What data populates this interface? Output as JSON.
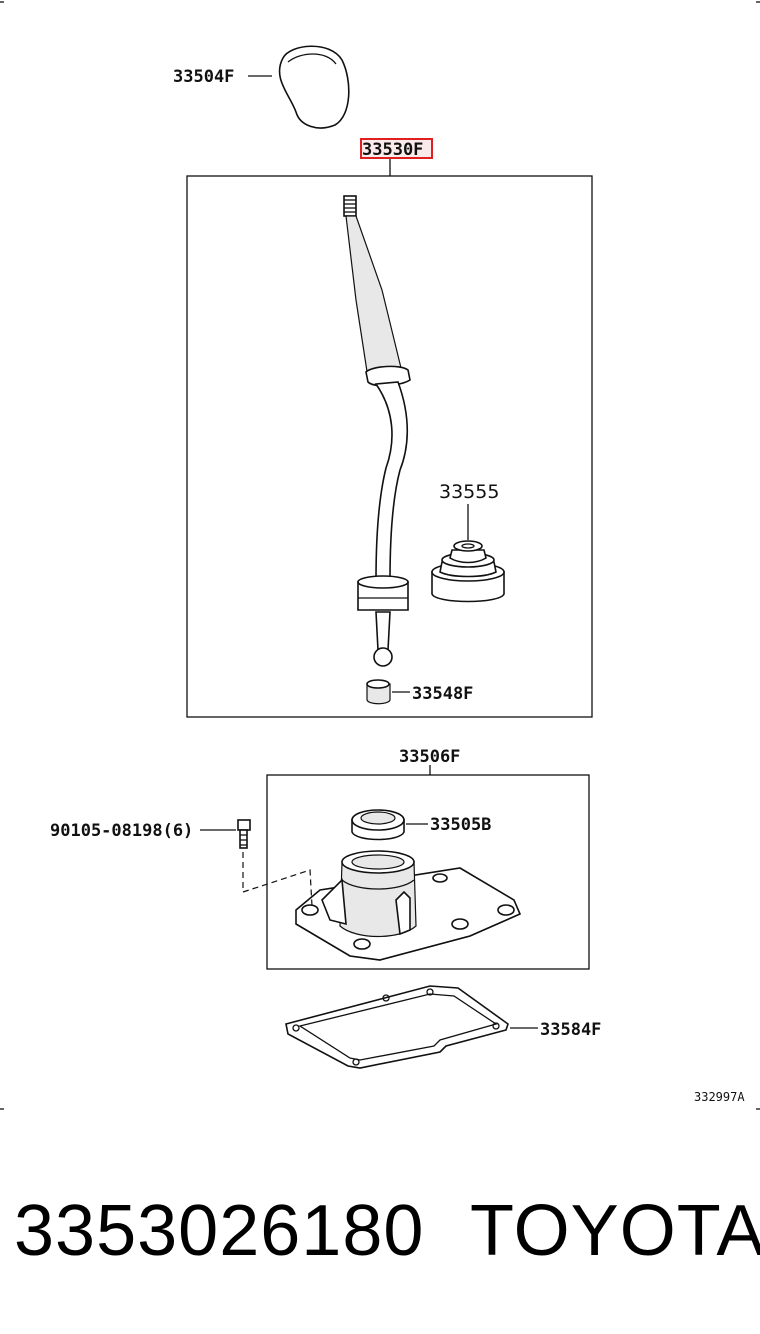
{
  "parts": {
    "knob": "33504F",
    "lever_assembly": "33530F",
    "boot": "33555",
    "bushing": "33548F",
    "housing": "33506F",
    "bolt": "90105-08198(6)",
    "retainer": "33505B",
    "gasket": "33584F"
  },
  "highlight": {
    "part": "33530F",
    "color": "#e02020"
  },
  "diagram_id": "332997A",
  "footer": {
    "part_number": "3353026180",
    "brand": "TOYOTA"
  }
}
